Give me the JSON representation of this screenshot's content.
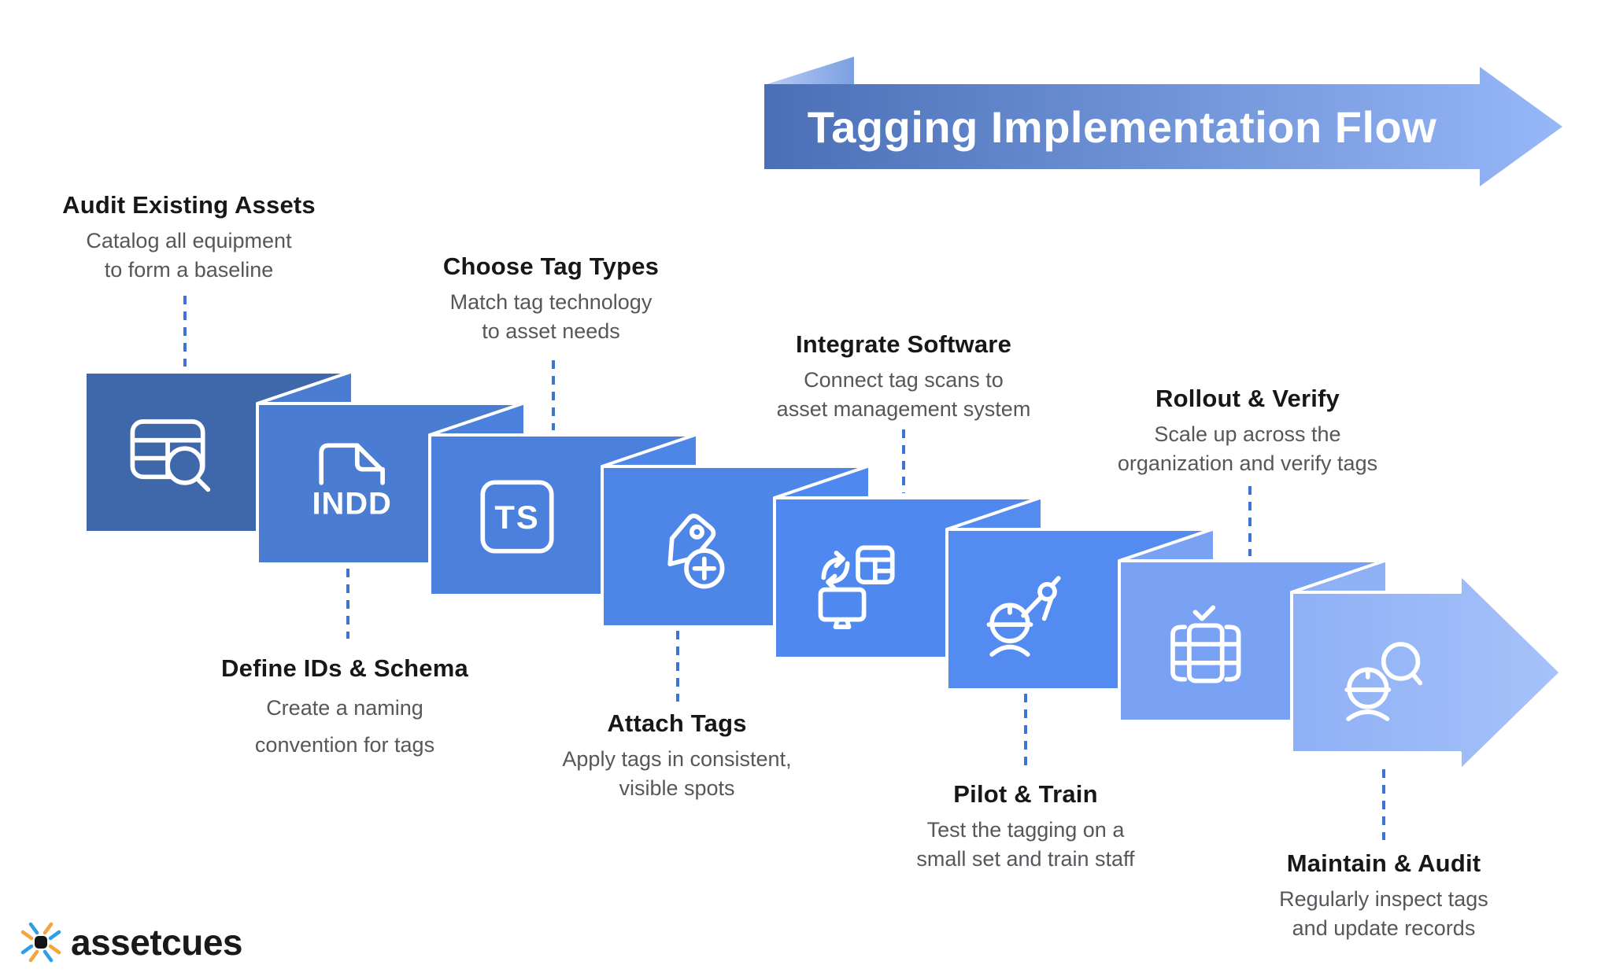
{
  "banner": {
    "title": "Tagging Implementation Flow"
  },
  "steps": [
    {
      "title": "Audit Existing Assets",
      "desc_line1": "Catalog all equipment",
      "desc_line2": "to form a baseline",
      "icon": "table-search-icon",
      "label_position": "top"
    },
    {
      "title": "Define IDs & Schema",
      "desc_line1": "Create a naming",
      "desc_line2": "convention for tags",
      "icon": "indd-file-icon",
      "label_position": "bottom"
    },
    {
      "title": "Choose Tag Types",
      "desc_line1": "Match tag technology",
      "desc_line2": "to asset needs",
      "icon": "ts-badge-icon",
      "label_position": "top"
    },
    {
      "title": "Attach Tags",
      "desc_line1": "Apply tags in consistent,",
      "desc_line2": "visible  spots",
      "icon": "tag-plus-icon",
      "label_position": "bottom"
    },
    {
      "title": "Integrate Software",
      "desc_line1": "Connect tag scans to",
      "desc_line2": "asset management system",
      "icon": "sync-monitor-table-icon",
      "label_position": "top"
    },
    {
      "title": "Pilot & Train",
      "desc_line1": "Test the tagging on a",
      "desc_line2": "small set and train staff",
      "icon": "engineer-compass-icon",
      "label_position": "bottom"
    },
    {
      "title": "Rollout & Verify",
      "desc_line1": "Scale up across the",
      "desc_line2": "organization and verify tags",
      "icon": "checklist-brackets-icon",
      "label_position": "top"
    },
    {
      "title": "Maintain & Audit",
      "desc_line1": "Regularly inspect tags",
      "desc_line2": "and update records",
      "icon": "engineer-search-icon",
      "label_position": "bottom"
    }
  ],
  "icon_labels": {
    "file_type": "INDD",
    "tag_type": "TS"
  },
  "logo": {
    "text": "assetcues"
  },
  "colors": {
    "box_steps": [
      "#3f68ab",
      "#4a7dd1",
      "#4b81dc",
      "#4e86e8",
      "#4f88ee",
      "#538bf0",
      "#79a2f4"
    ],
    "final_arrow_start": "#8fb0f5",
    "final_arrow_end": "#a6c2fa",
    "banner_start": "#4a6fb6",
    "banner_end": "#96b7f8",
    "connector_dash": "#3e74cf",
    "title_text": "#171717",
    "desc_text": "#56575b",
    "logo_blue": "#2f9ee3",
    "logo_orange": "#f6a43c"
  }
}
